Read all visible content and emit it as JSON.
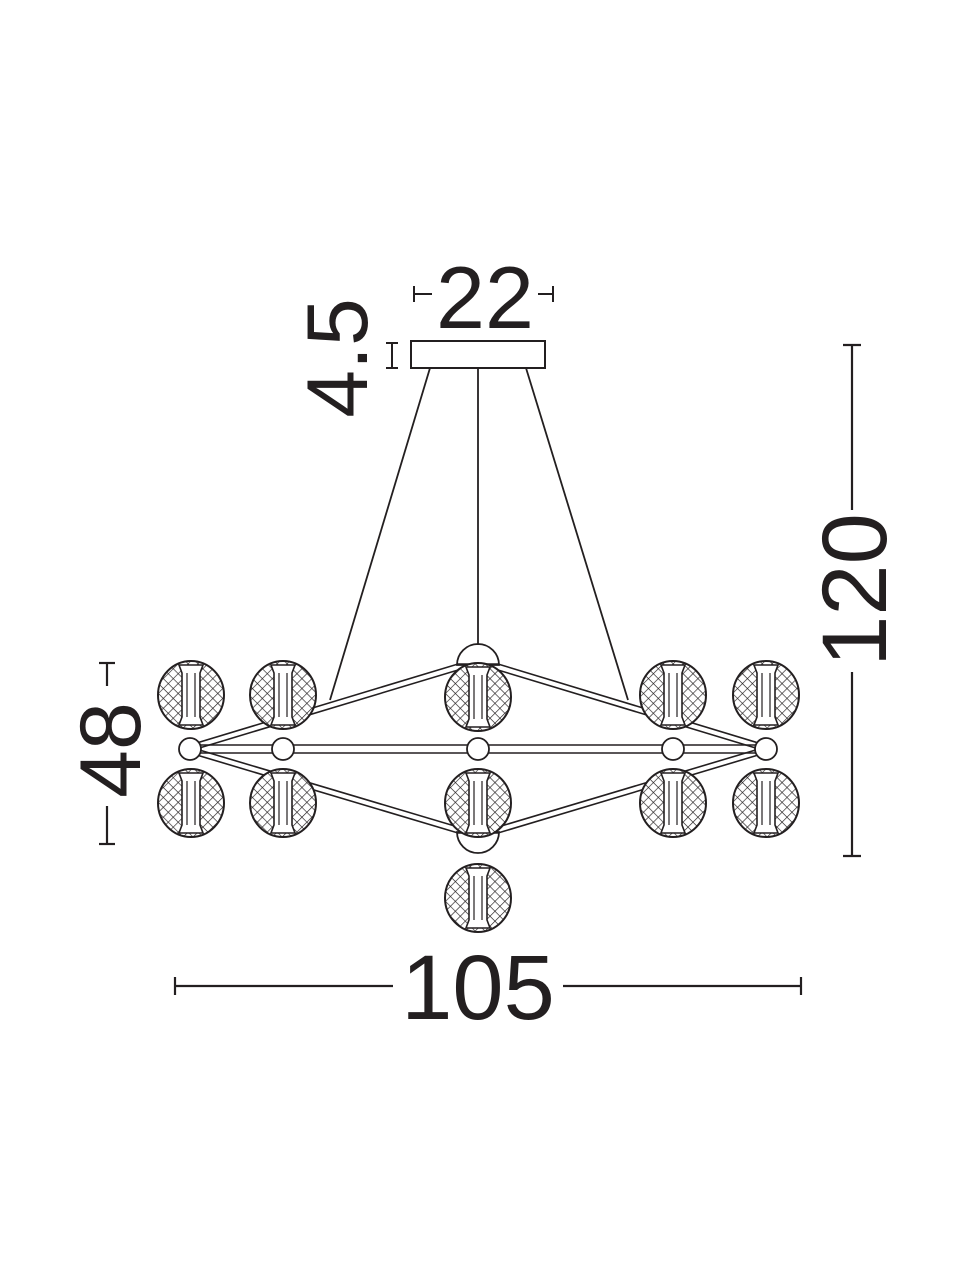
{
  "dimensions": {
    "width_label": "105",
    "height_label": "120",
    "canopy_width_label": "22",
    "canopy_height_label": "4.5",
    "ring_height_label": "48"
  },
  "colors": {
    "line": "#231f20",
    "background": "#ffffff"
  }
}
